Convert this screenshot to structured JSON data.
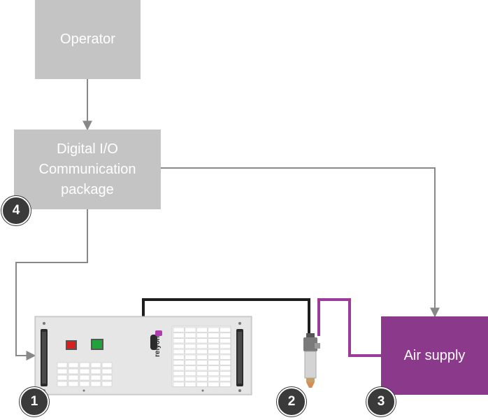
{
  "nodes": {
    "operator": "Operator",
    "digital_io": "Digital I/O\nCommunication\npackage",
    "air_supply": "Air supply"
  },
  "badges": [
    "1",
    "2",
    "3",
    "4"
  ],
  "logo_text": "relyon",
  "colors": {
    "node_gray": "#c4c4c4",
    "air_supply": "#8b3a8b",
    "connector_gray": "#888888",
    "cable_black": "#1e1e1e",
    "hose_purple": "#9b3c9b",
    "badge": "#3a3a3a"
  }
}
